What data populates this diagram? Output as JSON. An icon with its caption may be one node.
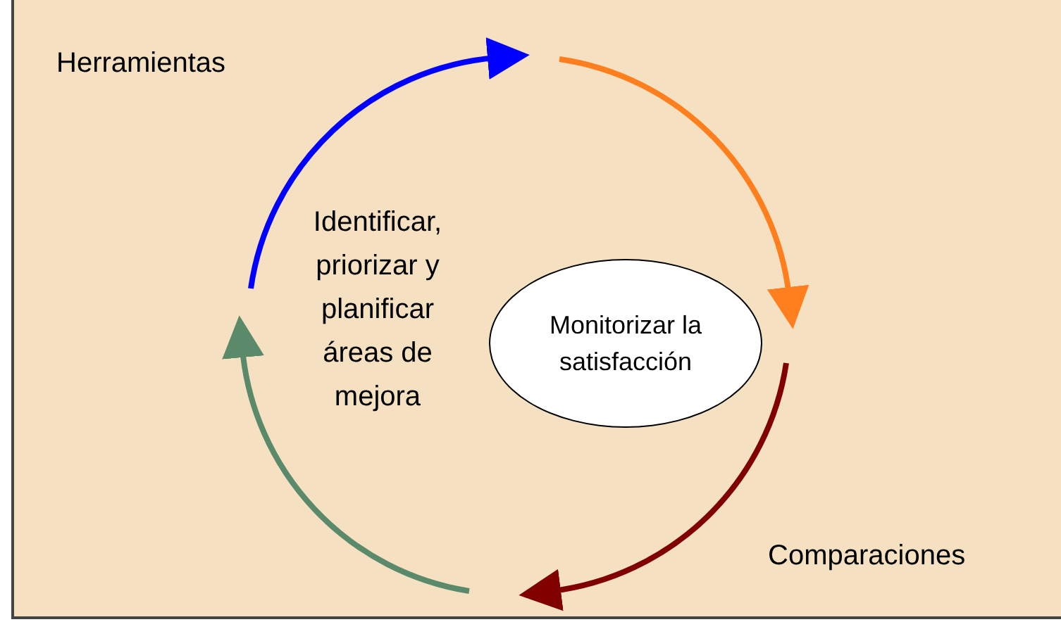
{
  "diagram": {
    "nodes": [
      {
        "text": [
          "Monitorizar la satisfacción"
        ]
      }
    ],
    "labels": [
      "Herramientas",
      "Identificar, priorizar y planificar áreas de mejora",
      "Comparaciones"
    ]
  }
}
